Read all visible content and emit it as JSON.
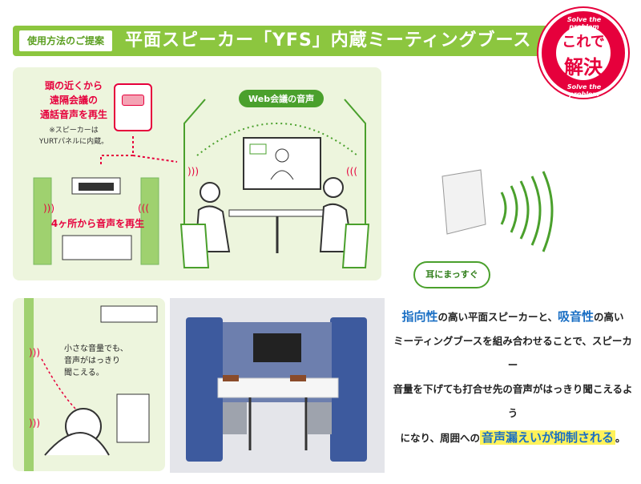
{
  "header": {
    "tag": "使用方法のご提案",
    "title": "平面スピーカー「YFS」内蔵ミーティングブース"
  },
  "badge": {
    "top_text": "Solve the problem",
    "line1": "これで",
    "line2": "解決",
    "bottom_text": "Solve the problem"
  },
  "panel_a": {
    "near_head": [
      "頭の近くから",
      "遠隔会議の",
      "通話音声を再生"
    ],
    "note": [
      "※スピーカーは",
      "YURTパネルに内蔵。"
    ],
    "four_places": "4ヶ所から音声を再生",
    "web_label": "Web会議の音声"
  },
  "panel_b": {
    "caption": [
      "小さな音量でも、",
      "音声がはっきり",
      "聞こえる。"
    ]
  },
  "ear_label": "耳にまっすぐ",
  "description": {
    "hl1": "指向性",
    "t1": "の高い平面スピーカーと、",
    "hl2": "吸音性",
    "t2": "の高い",
    "line2": "ミーティングブースを組み合わせることで、スピーカー",
    "line3": "音量を下げても打合せ先の音声がはっきり聞こえるよう",
    "t4": "になり、周囲への",
    "hl3": "音声漏えいが抑制される",
    "end": "。"
  },
  "colors": {
    "accent_green": "#8cc63f",
    "dark_green": "#4aa02c",
    "red": "#e6003c",
    "blue": "#1a6fc4",
    "highlight": "#fff25a",
    "booth_blue": "#3d5a9e"
  }
}
